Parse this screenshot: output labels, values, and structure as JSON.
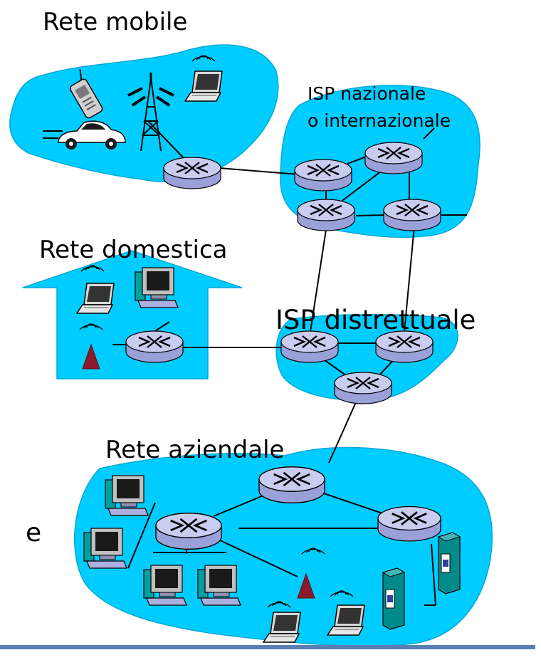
{
  "labels": {
    "mobile_network": "Rete mobile",
    "national_isp": "ISP nazionale",
    "national_isp_line2": "o internazionale",
    "home_network": "Rete domestica",
    "regional_isp": "ISP distrettuale",
    "corporate_network": "Rete aziendale",
    "edge_fragment": "e"
  },
  "colors": {
    "cloud": "#00ccff",
    "router_top": "#c8cdf0",
    "router_side": "#9aa0d8",
    "tower": "#8b1a2b",
    "server": "#008a8a",
    "footer_rule": "#5b7fb5"
  },
  "icons": [
    "router-icon",
    "laptop-icon",
    "desktop-computer-icon",
    "cell-phone-icon",
    "car-icon",
    "cell-tower-icon",
    "wireless-base-station-icon",
    "server-icon"
  ]
}
